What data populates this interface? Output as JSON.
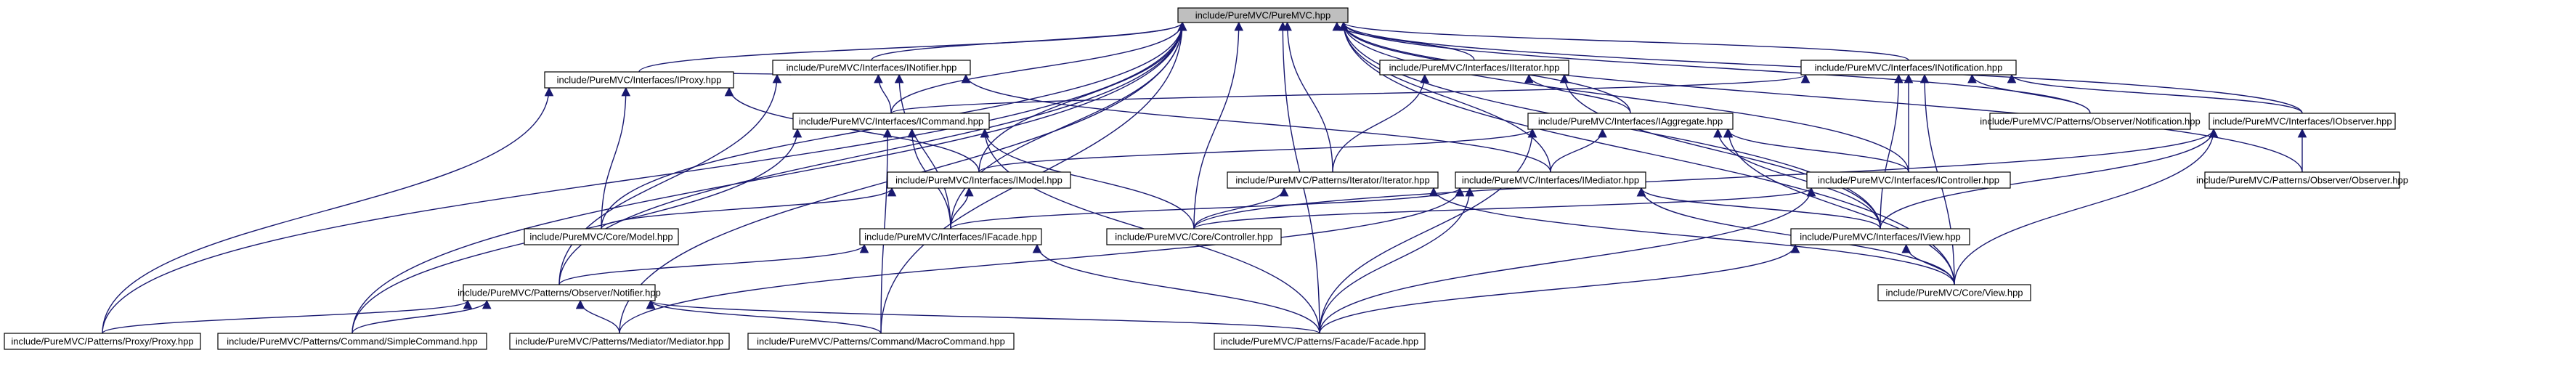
{
  "nodes": {
    "PureMVC": {
      "label": "include/PureMVC/PureMVC.hpp",
      "root": true
    },
    "INotifier": {
      "label": "include/PureMVC/Interfaces/INotifier.hpp"
    },
    "IIterator": {
      "label": "include/PureMVC/Interfaces/IIterator.hpp"
    },
    "INotification": {
      "label": "include/PureMVC/Interfaces/INotification.hpp"
    },
    "IProxy": {
      "label": "include/PureMVC/Interfaces/IProxy.hpp"
    },
    "ICommand": {
      "label": "include/PureMVC/Interfaces/ICommand.hpp"
    },
    "IAggregate": {
      "label": "include/PureMVC/Interfaces/IAggregate.hpp"
    },
    "Notification": {
      "label": "include/PureMVC/Patterns/Observer/Notification.hpp"
    },
    "IObserver": {
      "label": "include/PureMVC/Interfaces/IObserver.hpp"
    },
    "IModel": {
      "label": "include/PureMVC/Interfaces/IModel.hpp"
    },
    "Iterator": {
      "label": "include/PureMVC/Patterns/Iterator/Iterator.hpp"
    },
    "IMediator": {
      "label": "include/PureMVC/Interfaces/IMediator.hpp"
    },
    "IController": {
      "label": "include/PureMVC/Interfaces/IController.hpp"
    },
    "Observer": {
      "label": "include/PureMVC/Patterns/Observer/Observer.hpp"
    },
    "Model": {
      "label": "include/PureMVC/Core/Model.hpp"
    },
    "IFacade": {
      "label": "include/PureMVC/Interfaces/IFacade.hpp"
    },
    "Controller": {
      "label": "include/PureMVC/Core/Controller.hpp"
    },
    "IView": {
      "label": "include/PureMVC/Interfaces/IView.hpp"
    },
    "Notifier": {
      "label": "include/PureMVC/Patterns/Observer/Notifier.hpp"
    },
    "View": {
      "label": "include/PureMVC/Core/View.hpp"
    },
    "Proxy": {
      "label": "include/PureMVC/Patterns/Proxy/Proxy.hpp"
    },
    "SimpleCommand": {
      "label": "include/PureMVC/Patterns/Command/SimpleCommand.hpp"
    },
    "Mediator": {
      "label": "include/PureMVC/Patterns/Mediator/Mediator.hpp"
    },
    "MacroCommand": {
      "label": "include/PureMVC/Patterns/Command/MacroCommand.hpp"
    },
    "Facade": {
      "label": "include/PureMVC/Patterns/Facade/Facade.hpp"
    }
  },
  "edges": [
    [
      "INotifier",
      "PureMVC"
    ],
    [
      "IIterator",
      "PureMVC"
    ],
    [
      "INotification",
      "PureMVC"
    ],
    [
      "IProxy",
      "PureMVC"
    ],
    [
      "ICommand",
      "PureMVC"
    ],
    [
      "IAggregate",
      "PureMVC"
    ],
    [
      "Notification",
      "PureMVC"
    ],
    [
      "IObserver",
      "PureMVC"
    ],
    [
      "IModel",
      "PureMVC"
    ],
    [
      "Iterator",
      "PureMVC"
    ],
    [
      "IMediator",
      "PureMVC"
    ],
    [
      "IController",
      "PureMVC"
    ],
    [
      "Observer",
      "PureMVC"
    ],
    [
      "Model",
      "PureMVC"
    ],
    [
      "IFacade",
      "PureMVC"
    ],
    [
      "Controller",
      "PureMVC"
    ],
    [
      "IView",
      "PureMVC"
    ],
    [
      "Notifier",
      "PureMVC"
    ],
    [
      "View",
      "PureMVC"
    ],
    [
      "Proxy",
      "PureMVC"
    ],
    [
      "SimpleCommand",
      "PureMVC"
    ],
    [
      "Mediator",
      "PureMVC"
    ],
    [
      "MacroCommand",
      "PureMVC"
    ],
    [
      "Facade",
      "PureMVC"
    ],
    [
      "IProxy",
      "INotifier"
    ],
    [
      "ICommand",
      "INotifier"
    ],
    [
      "IMediator",
      "INotifier"
    ],
    [
      "IFacade",
      "INotifier"
    ],
    [
      "Notifier",
      "INotifier"
    ],
    [
      "IAggregate",
      "IIterator"
    ],
    [
      "Iterator",
      "IIterator"
    ],
    [
      "IView",
      "IIterator"
    ],
    [
      "ICommand",
      "INotification"
    ],
    [
      "Notification",
      "INotification"
    ],
    [
      "IObserver",
      "INotification"
    ],
    [
      "IController",
      "INotification"
    ],
    [
      "IView",
      "INotification"
    ],
    [
      "View",
      "INotification"
    ],
    [
      "IModel",
      "IProxy"
    ],
    [
      "Model",
      "IProxy"
    ],
    [
      "Proxy",
      "IProxy"
    ],
    [
      "IFacade",
      "ICommand"
    ],
    [
      "Controller",
      "ICommand"
    ],
    [
      "SimpleCommand",
      "ICommand"
    ],
    [
      "MacroCommand",
      "ICommand"
    ],
    [
      "Facade",
      "ICommand"
    ],
    [
      "IMediator",
      "IAggregate"
    ],
    [
      "IController",
      "IAggregate"
    ],
    [
      "IView",
      "IAggregate"
    ],
    [
      "View",
      "IAggregate"
    ],
    [
      "IModel",
      "IAggregate"
    ],
    [
      "Facade",
      "IAggregate"
    ],
    [
      "Observer",
      "IObserver"
    ],
    [
      "IView",
      "IObserver"
    ],
    [
      "Controller",
      "IObserver"
    ],
    [
      "View",
      "IObserver"
    ],
    [
      "Model",
      "IModel"
    ],
    [
      "IFacade",
      "IModel"
    ],
    [
      "Controller",
      "Iterator"
    ],
    [
      "View",
      "Iterator"
    ],
    [
      "IView",
      "IMediator"
    ],
    [
      "IFacade",
      "IMediator"
    ],
    [
      "View",
      "IMediator"
    ],
    [
      "Mediator",
      "IMediator"
    ],
    [
      "Facade",
      "IMediator"
    ],
    [
      "Controller",
      "IController"
    ],
    [
      "Facade",
      "IController"
    ],
    [
      "Notifier",
      "IFacade"
    ],
    [
      "Facade",
      "IFacade"
    ],
    [
      "View",
      "IView"
    ],
    [
      "Facade",
      "IView"
    ],
    [
      "Proxy",
      "Notifier"
    ],
    [
      "SimpleCommand",
      "Notifier"
    ],
    [
      "Mediator",
      "Notifier"
    ],
    [
      "MacroCommand",
      "Notifier"
    ],
    [
      "Facade",
      "Notifier"
    ]
  ]
}
